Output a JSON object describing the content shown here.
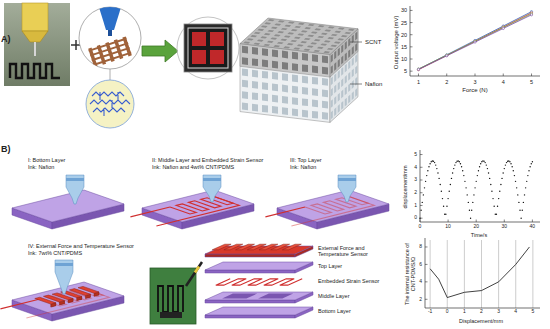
{
  "diagram": {
    "labels": [
      "A)",
      "SCNT",
      "Nafion",
      "Output voltage (mV)",
      "5",
      "10",
      "15",
      "20",
      "25",
      "30",
      "1",
      "2",
      "3",
      "4",
      "5",
      "Force (N)",
      "B)",
      "I: Bottom Layer",
      "Ink: Nafion",
      "II: Middle Layer and Embedded Strain Sensor",
      "Ink: Nafion and 4wt% CNT/PDMS",
      "III: Top Layer",
      "Ink: Nafion",
      "displacement/mm",
      "0",
      "1",
      "2",
      "3",
      "4",
      "5",
      "0",
      "10",
      "20",
      "30",
      "40",
      "Time/s",
      "IV: External Force and Temperature Sensor",
      "Ink: 7wt% CNT/PDMS",
      "External Force and Temperature Sensor",
      "Top Layer",
      "Embedded Strain Sensor",
      "Middle Layer",
      "Bottom Layer",
      "The internal resistance of CNT-PDMS/Ω",
      "2",
      "4",
      "6",
      "8",
      "-1",
      "0",
      "1",
      "2",
      "3",
      "4",
      "5",
      "Displacement/mm"
    ]
  }
}
